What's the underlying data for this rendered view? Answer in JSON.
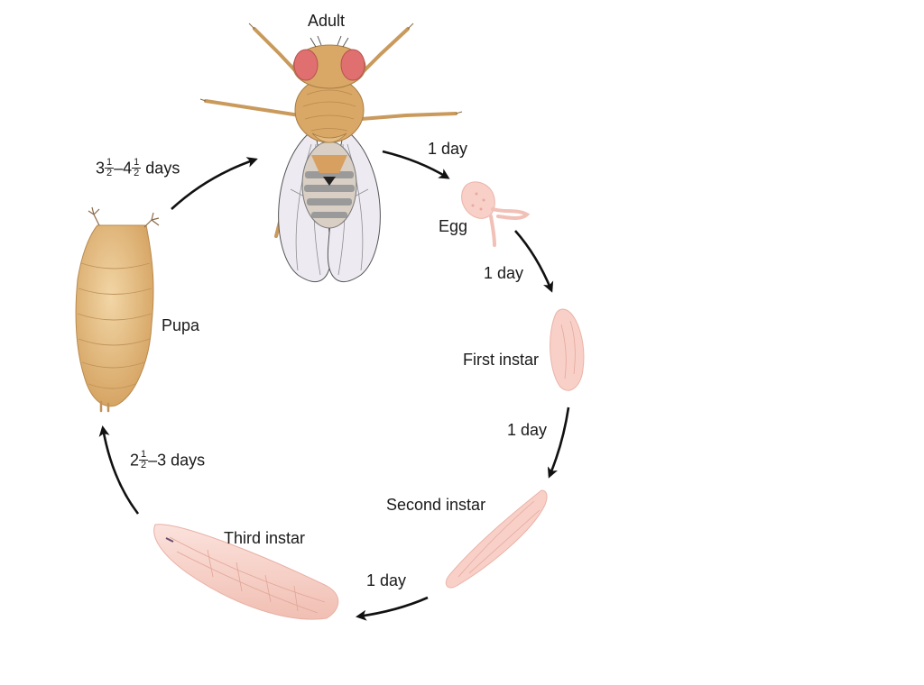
{
  "stages": {
    "adult": "Adult",
    "egg": "Egg",
    "first_instar": "First instar",
    "second_instar": "Second instar",
    "third_instar": "Third instar",
    "pupa": "Pupa"
  },
  "durations": {
    "adult_to_egg": "1 day",
    "egg_to_first": "1 day",
    "first_to_second": "1 day",
    "second_to_third": "1 day",
    "third_to_pupa": {
      "whole": "2",
      "num": "1",
      "den": "2",
      "rest": "–3 days"
    },
    "pupa_to_adult": {
      "whole1": "3",
      "num1": "1",
      "den1": "2",
      "dash": "–4",
      "num2": "1",
      "den2": "2",
      "rest": " days"
    }
  },
  "colors": {
    "body_tan": "#d9a866",
    "body_tan_light": "#ecc48a",
    "eye_red": "#e07070",
    "larva_pink": "#f8d0c8",
    "larva_pink_dark": "#eab3a8",
    "arrow": "#111111",
    "wing": "#ece8f0"
  }
}
